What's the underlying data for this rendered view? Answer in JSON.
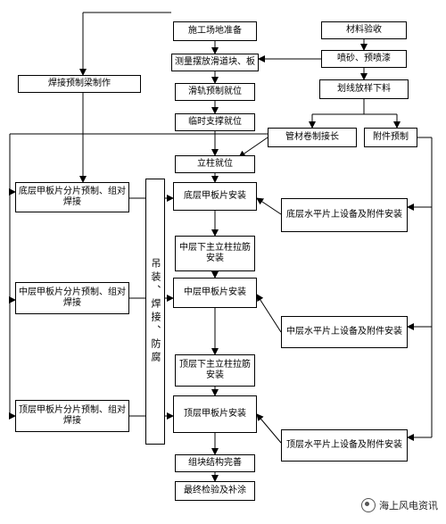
{
  "nodes": {
    "site_prep": "施工场地准备",
    "survey": "测量摆放滑道块、板",
    "slide_beam": "滑轨预制就位",
    "temp_support": "临时支撑就位",
    "column": "立柱就位",
    "bottom_install": "底层甲板片安装",
    "mid_brace": "中层下主立柱拉筋安装",
    "mid_install": "中层甲板片安装",
    "top_brace": "顶层下主立柱拉筋安装",
    "top_install": "顶层甲板片安装",
    "completion": "组块结构完善",
    "final": "最终检验及补涂",
    "material": "材料验收",
    "sandblast": "喷砂、预喷漆",
    "cutting": "划线放样下料",
    "pipe": "管材卷制接长",
    "accessory": "附件预制",
    "weld_beam": "焊接预制梁制作",
    "bottom_pre": "底层甲板片分片预制、组对焊接",
    "mid_pre": "中层甲板片分片预制、组对焊接",
    "top_pre": "顶层甲板片分片预制、组对焊接",
    "bottom_eq": "底层水平片上设备及附件安装",
    "mid_eq": "中层水平片上设备及附件安装",
    "top_eq": "顶层水平片上设备及附件安装"
  },
  "side_label": "吊装、焊接、防腐",
  "watermark": "海上风电资讯",
  "watermark_icon": "wechat-icon"
}
